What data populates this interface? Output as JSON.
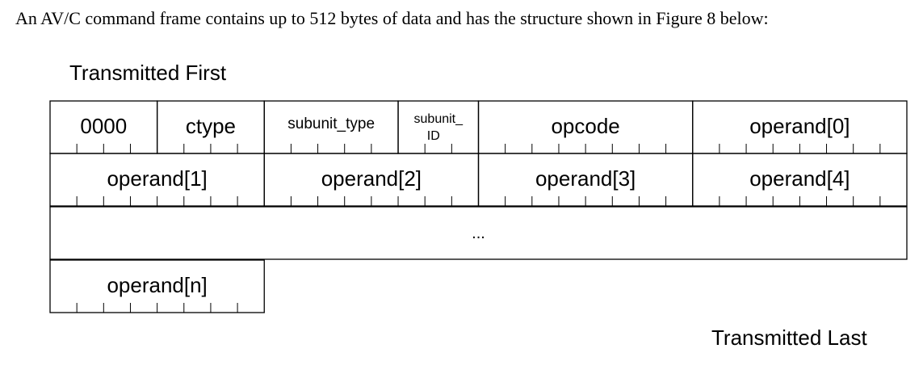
{
  "intro": "An AV/C command frame contains up to 512 bytes of data and has the structure shown in Figure 8 below:",
  "transmitted_first": "Transmitted First",
  "transmitted_last": "Transmitted Last",
  "rows": [
    {
      "fields": [
        {
          "label": "0000",
          "bits": 4
        },
        {
          "label": "ctype",
          "bits": 4
        },
        {
          "label": "subunit_type",
          "bits": 5
        },
        {
          "label": "subunit_ ID",
          "bits": 3
        },
        {
          "label": "opcode",
          "bits": 8
        },
        {
          "label": "operand[0]",
          "bits": 8
        }
      ]
    },
    {
      "fields": [
        {
          "label": "operand[1]",
          "bits": 8
        },
        {
          "label": "operand[2]",
          "bits": 8
        },
        {
          "label": "operand[3]",
          "bits": 8
        },
        {
          "label": "operand[4]",
          "bits": 8
        }
      ]
    },
    {
      "fields": [
        {
          "label": "...",
          "bits": 32,
          "ellipsis": true
        }
      ]
    },
    {
      "fields": [
        {
          "label": "operand[n]",
          "bits": 8
        }
      ]
    }
  ]
}
